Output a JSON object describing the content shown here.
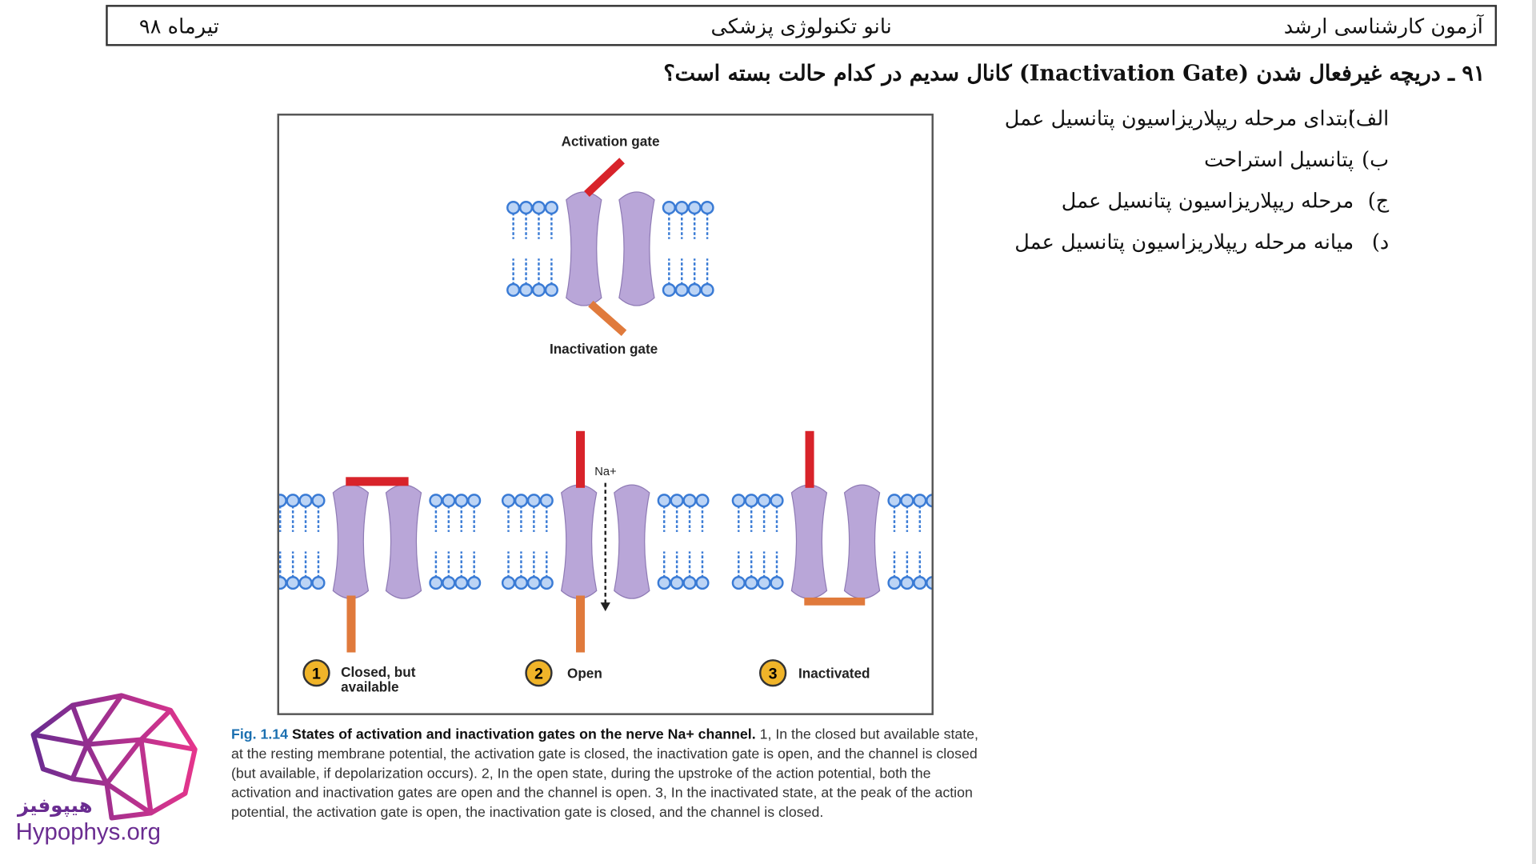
{
  "header": {
    "right": "آزمون کارشناسی ارشد",
    "center": "نانو تکنولوژی پزشکی",
    "left": "تیرماه ۹۸"
  },
  "question": {
    "number": "۹۱ ـ",
    "text": "دریچه غیرفعال شدن (Inactivation Gate) کانال سدیم در کدام حالت بسته است؟"
  },
  "options": [
    {
      "key": "الف)",
      "text": "ابتدای مرحله ریپلاریزاسیون پتانسیل عمل"
    },
    {
      "key": "ب)",
      "text": "پتانسیل استراحت"
    },
    {
      "key": "ج)",
      "text": "مرحله ریپلاریزاسیون پتانسیل عمل"
    },
    {
      "key": "د)",
      "text": "میانه مرحله ریپلاریزاسیون پتانسیل عمل"
    }
  ],
  "figure": {
    "activation_gate": "Activation gate",
    "inactivation_gate": "Inactivation gate",
    "na_label": "Na+",
    "states": [
      {
        "num": "1",
        "label": "Closed, but available"
      },
      {
        "num": "2",
        "label": "Open"
      },
      {
        "num": "3",
        "label": "Inactivated"
      }
    ],
    "colors": {
      "activation": "#d8232a",
      "inactivation": "#e07a3c",
      "protein": "#b9a6d8",
      "lipid": "#3a7bd5",
      "badge": "#f0b429"
    }
  },
  "caption": {
    "fig_no": "Fig. 1.14",
    "title": "States of activation and inactivation gates on the nerve Na+ channel.",
    "body": "1, In the closed but available state, at the resting membrane potential, the activation gate is closed, the inactivation gate is open, and the channel is closed (but available, if depolarization occurs). 2, In the open state, during the upstroke of the action potential, both the activation and inactivation gates are open and the channel is open. 3, In the inactivated state, at the peak of the action potential, the activation gate is open, the inactivation gate is closed, and the channel is closed."
  },
  "logo": {
    "fa": "هیپوفیز",
    "en": "Hypophys.org"
  }
}
